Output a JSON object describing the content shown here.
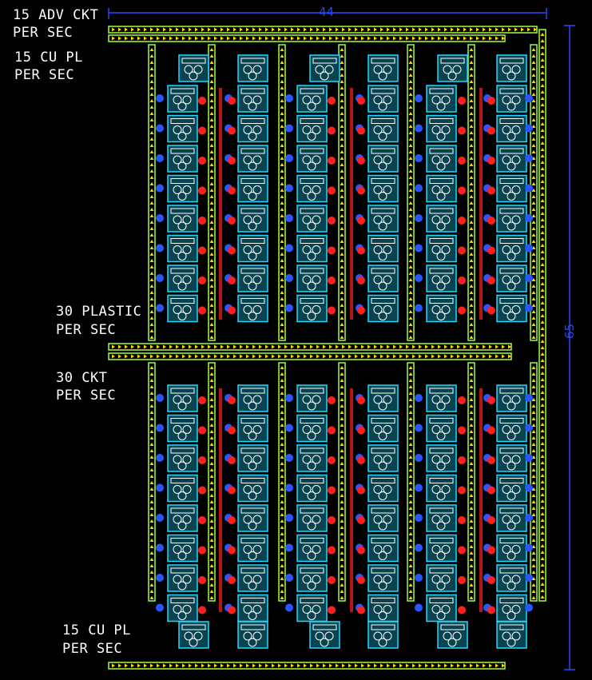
{
  "labels": {
    "adv_ckt_line1": "15 ADV CKT",
    "adv_ckt_line2": "PER SEC",
    "cu_pl_top_line1": "15 CU PL",
    "cu_pl_top_line2": "PER SEC",
    "plastic_line1": "30 PLASTIC",
    "plastic_line2": "PER SEC",
    "ckt_line1": "30 CKT",
    "ckt_line2": "PER SEC",
    "cu_pl_bottom_line1": "15 CU PL",
    "cu_pl_bottom_line2": "PER SEC"
  },
  "dimensions": {
    "width": "44",
    "height": "65"
  },
  "colors": {
    "background": "#000000",
    "belt_edge": "#9dff3d",
    "belt_arrow": "#ffd400",
    "machine_outline": "#23d7ff",
    "machine_fill": "#08434f",
    "inserter_blue": "#2d55ff",
    "inserter_red": "#ff1f1f",
    "dimension": "#2a45ff",
    "text": "#ffffff"
  }
}
